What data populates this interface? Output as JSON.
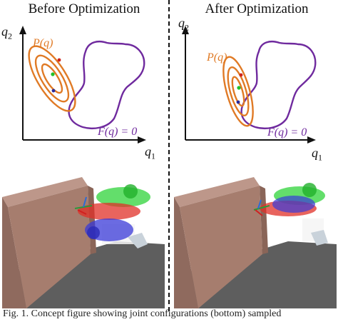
{
  "panels": {
    "before": {
      "title": "Before Optimization",
      "axis_x": {
        "var": "q",
        "sub": "1"
      },
      "axis_y": {
        "var": "q",
        "sub": "2"
      },
      "p_label": "P(q)",
      "f_label": "F(q) = 0"
    },
    "after": {
      "title": "After Optimization",
      "axis_x": {
        "var": "q",
        "sub": "1"
      },
      "axis_y": {
        "var": "q",
        "sub": "2"
      },
      "p_label": "P(q)",
      "f_label": "F(q) = 0"
    }
  },
  "colors": {
    "ellipse": "#e07a25",
    "feasible_curve": "#6f2a9e",
    "mean_point": "#22c02a",
    "sample_point_red": "#d0241c",
    "sample_point_blue": "#2a2a9a",
    "bookshelf": "#a67d6e",
    "floor": "#5a5a5a"
  },
  "caption": "Fig. 1.    Concept figure showing joint configurations (bottom) sampled"
}
